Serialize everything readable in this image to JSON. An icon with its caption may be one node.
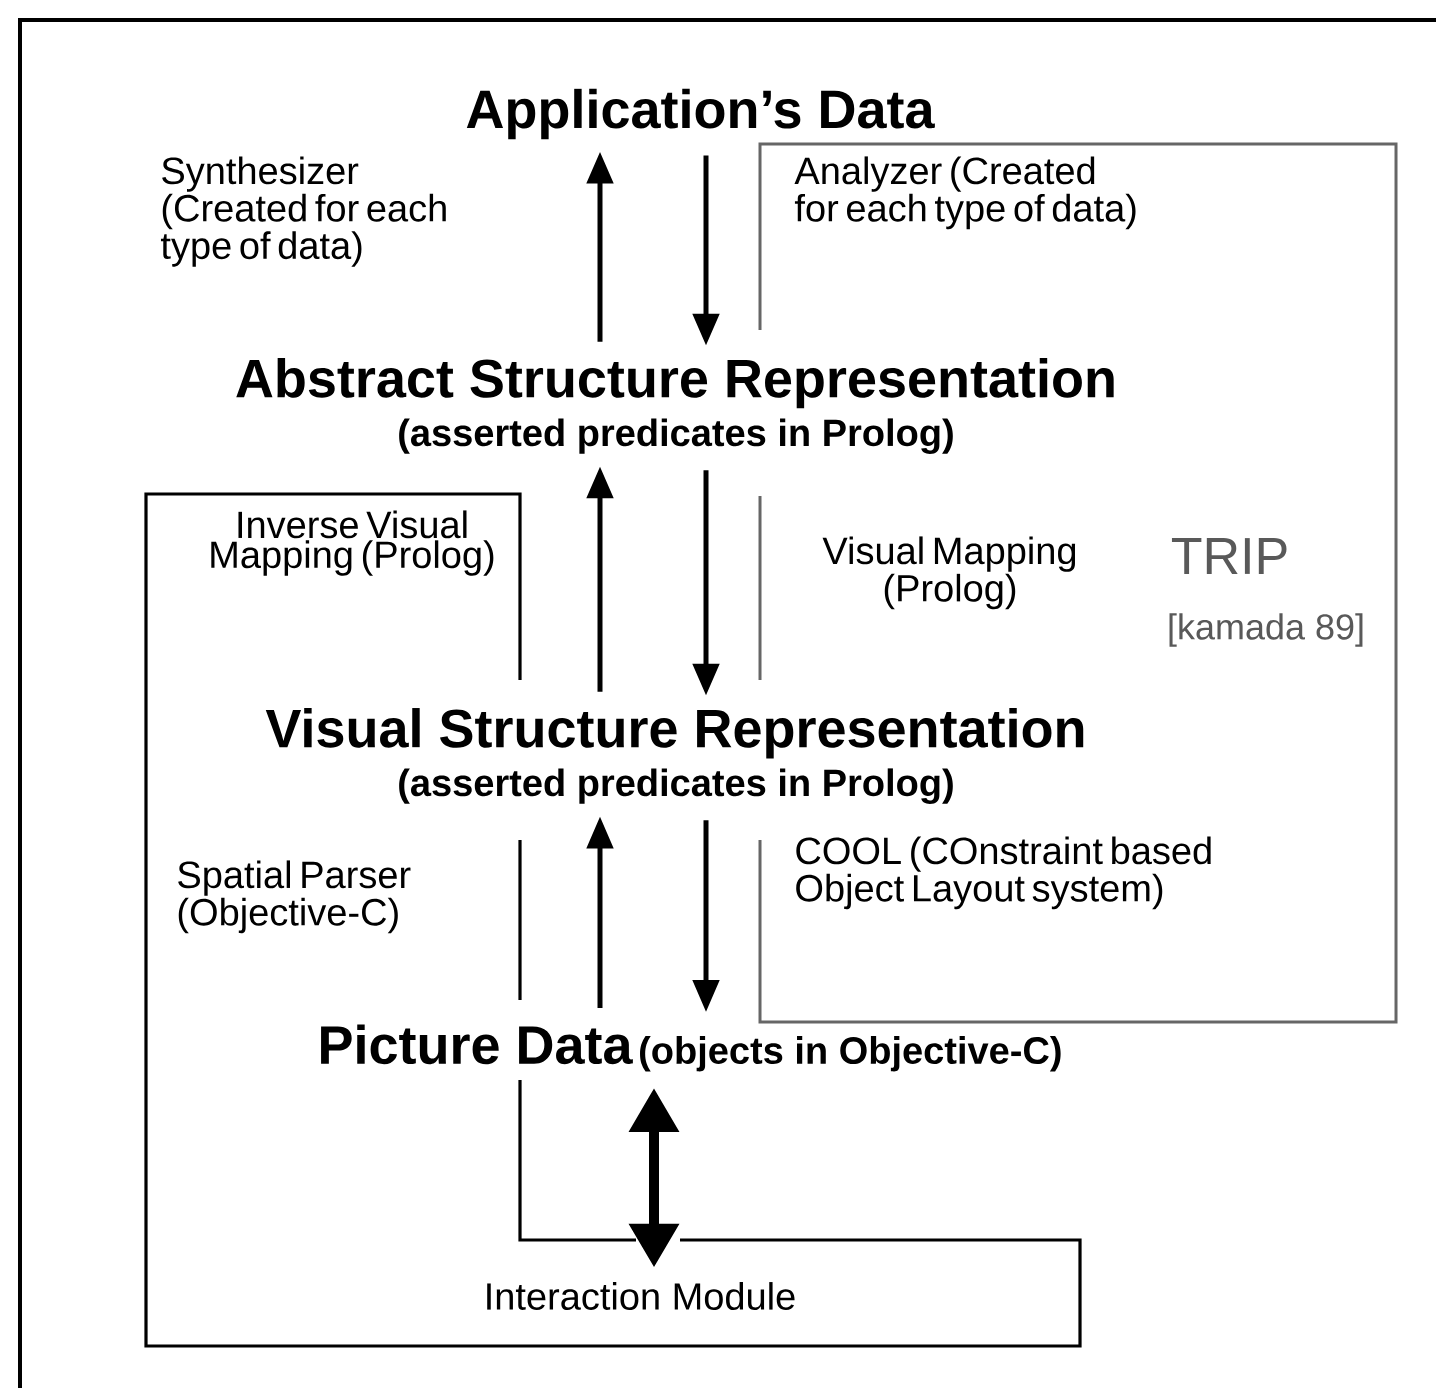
{
  "diagram": {
    "nodes": [
      {
        "text": [
          "Application’s Data"
        ]
      },
      {
        "text": [
          "Abstract Structure Representation",
          "(asserted predicates in Prolog)"
        ]
      },
      {
        "text": [
          "Visual Structure Representation",
          "(asserted predicates in Prolog)"
        ]
      },
      {
        "text": [
          "Picture Data",
          "(objects in Objective-C)"
        ]
      },
      {
        "text": [
          "Interaction Module"
        ]
      }
    ],
    "edges": [
      {
        "from": 1,
        "to": 0,
        "arrow": "to",
        "label": "Synthesizer (Created for each type of data)"
      },
      {
        "from": 0,
        "to": 1,
        "arrow": "to",
        "label": "Analyzer (Created for each type of data)"
      },
      {
        "from": 2,
        "to": 1,
        "arrow": "to",
        "label": "Inverse Visual Mapping (Prolog)"
      },
      {
        "from": 1,
        "to": 2,
        "arrow": "to",
        "label": "Visual Mapping (Prolog)"
      },
      {
        "from": 3,
        "to": 2,
        "arrow": "to",
        "label": "Spatial Parser (Objective-C)"
      },
      {
        "from": 2,
        "to": 3,
        "arrow": "to",
        "label": "COOL (COnstraint based Object Layout system)"
      },
      {
        "from": 3,
        "to": 4,
        "arrow": "both",
        "style": "thick"
      }
    ],
    "labels": [
      "TRIP",
      "[kamada 89]"
    ]
  }
}
